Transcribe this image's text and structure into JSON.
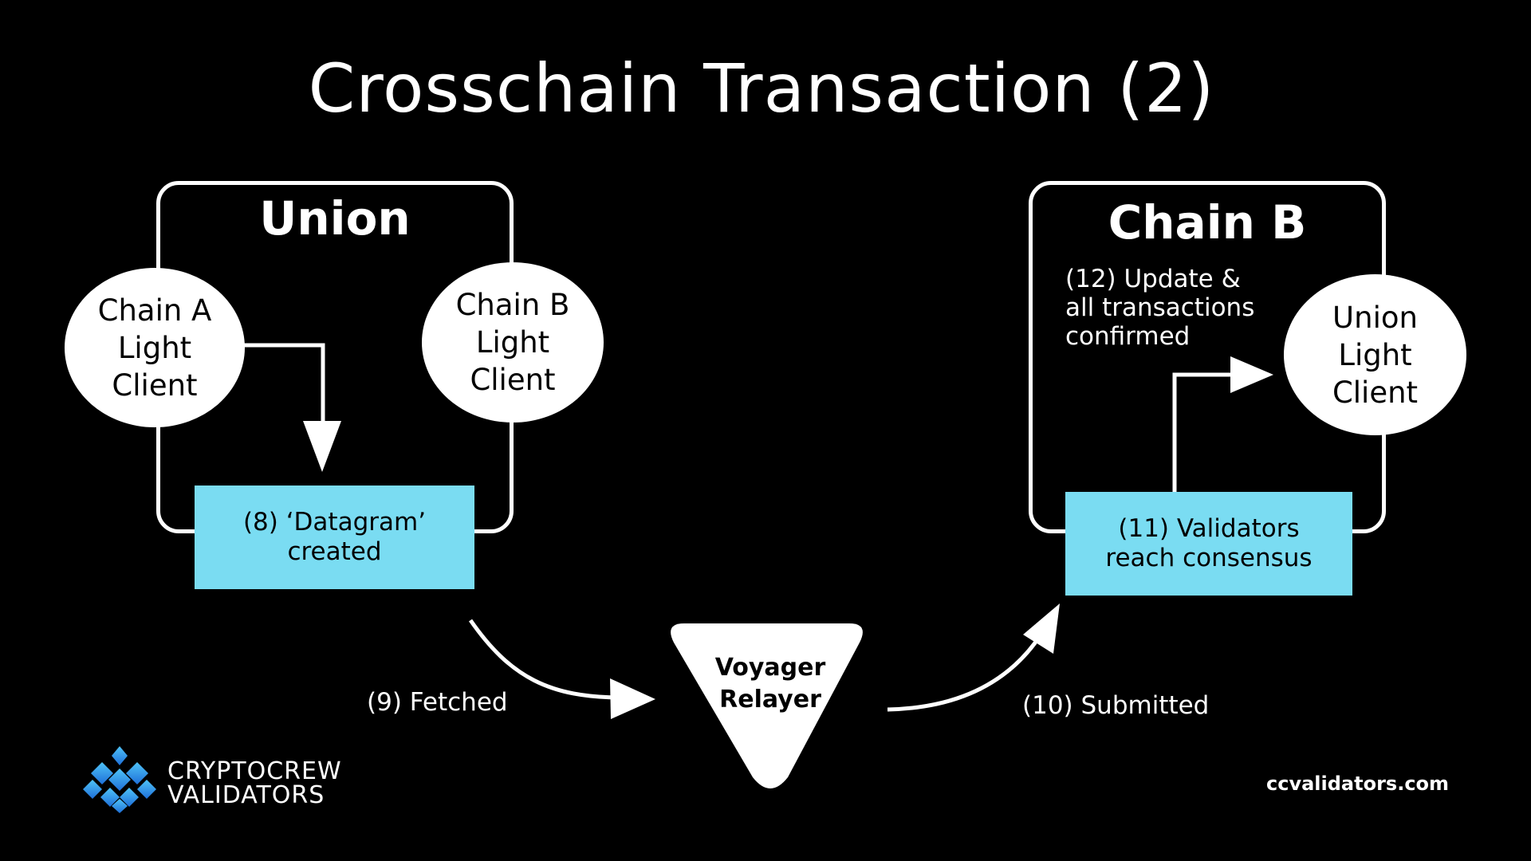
{
  "title": "Crosschain Transaction (2)",
  "union_panel": {
    "title": "Union",
    "left_client": "Chain A\nLight\nClient",
    "right_client": "Chain B\nLight\nClient",
    "box": "(8) ‘Datagram’\ncreated"
  },
  "chainb_panel": {
    "title": "Chain B",
    "note": "(12) Update &\nall transactions\nconfirmed",
    "client": "Union\nLight\nClient",
    "box": "(11) Validators\nreach consensus"
  },
  "relayer": {
    "label": "Voyager\nRelayer"
  },
  "steps": {
    "fetched": "(9) Fetched",
    "submitted": "(10) Submitted"
  },
  "logo": {
    "line1": "CRYPTOCREW",
    "line2": "VALIDATORS",
    "icon": "diamond-logo-icon"
  },
  "website": "ccvalidators.com",
  "colors": {
    "background": "#000000",
    "box_fill": "#7adcf2",
    "foreground": "#ffffff"
  }
}
